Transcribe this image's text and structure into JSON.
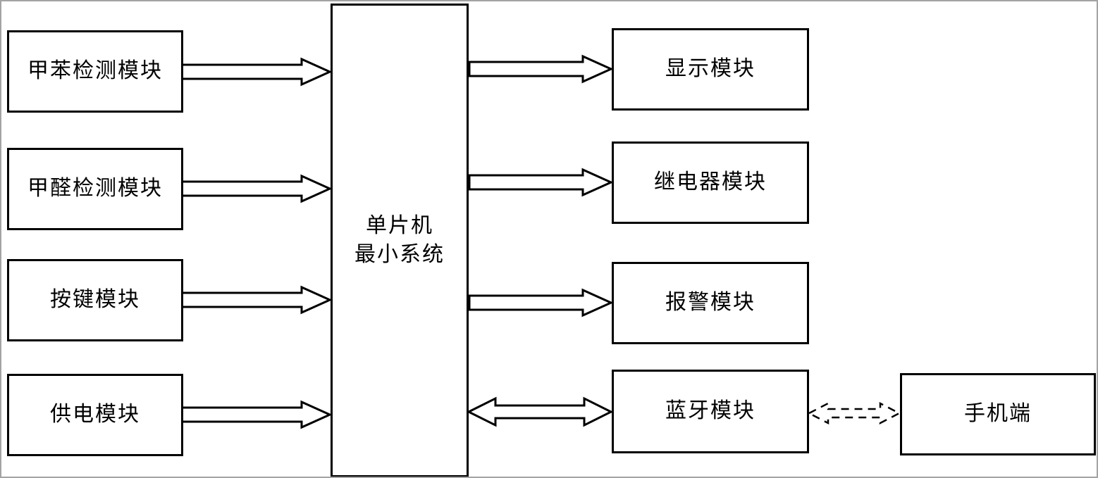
{
  "canvas": {
    "background": "#ffffff",
    "frame_color": "#a3a3a3",
    "node_border_color": "#000000",
    "arrow_color": "#000000"
  },
  "nodes": {
    "left_modules": [
      {
        "label": "甲苯检测模块"
      },
      {
        "label": "甲醛检测模块"
      },
      {
        "label": "按键模块"
      },
      {
        "label": "供电模块"
      }
    ],
    "center_module": {
      "line1": "单片机",
      "line2": "最小系统"
    },
    "right_modules": [
      {
        "label": "显示模块"
      },
      {
        "label": "继电器模块"
      },
      {
        "label": "报警模块"
      },
      {
        "label": "蓝牙模块"
      }
    ],
    "external_module": {
      "label": "手机端"
    }
  },
  "connections": [
    {
      "from": "甲苯检测模块",
      "to": "单片机最小系统",
      "style": "solid-block-arrow",
      "direction": "one-way-right"
    },
    {
      "from": "甲醛检测模块",
      "to": "单片机最小系统",
      "style": "solid-block-arrow",
      "direction": "one-way-right"
    },
    {
      "from": "按键模块",
      "to": "单片机最小系统",
      "style": "solid-block-arrow",
      "direction": "one-way-right"
    },
    {
      "from": "供电模块",
      "to": "单片机最小系统",
      "style": "solid-block-arrow",
      "direction": "one-way-right"
    },
    {
      "from": "单片机最小系统",
      "to": "显示模块",
      "style": "solid-block-arrow",
      "direction": "one-way-right"
    },
    {
      "from": "单片机最小系统",
      "to": "继电器模块",
      "style": "solid-block-arrow",
      "direction": "one-way-right"
    },
    {
      "from": "单片机最小系统",
      "to": "报警模块",
      "style": "solid-block-arrow",
      "direction": "one-way-right"
    },
    {
      "from": "单片机最小系统",
      "to": "蓝牙模块",
      "style": "solid-block-arrow",
      "direction": "two-way"
    },
    {
      "from": "蓝牙模块",
      "to": "手机端",
      "style": "dashed-block-arrow",
      "direction": "two-way"
    }
  ]
}
